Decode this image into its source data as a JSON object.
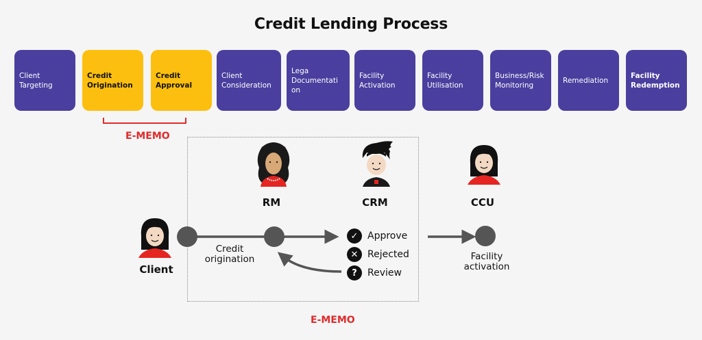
{
  "title": "Credit Lending Process",
  "stages": [
    {
      "line1": "Client",
      "line2": "Targeting",
      "line3": "",
      "style": "purple"
    },
    {
      "line1": "Credit",
      "line2": "Origination",
      "line3": "",
      "style": "yellow"
    },
    {
      "line1": "Credit",
      "line2": "Approval",
      "line3": "",
      "style": "yellow"
    },
    {
      "line1": "Client",
      "line2": "Consideration",
      "line3": "",
      "style": "purple"
    },
    {
      "line1": "Lega",
      "line2": "Documentati",
      "line3": "on",
      "style": "purple"
    },
    {
      "line1": "Facility",
      "line2": "Activation",
      "line3": "",
      "style": "purple"
    },
    {
      "line1": "Facility",
      "line2": "Utilisation",
      "line3": "",
      "style": "purple"
    },
    {
      "line1": "Business/Risk",
      "line2": "Monitoring",
      "line3": "",
      "style": "purple"
    },
    {
      "line1": "Remediation",
      "line2": "",
      "line3": "",
      "style": "purple"
    },
    {
      "line1": "Facility",
      "line2": "Redemption",
      "line3": "",
      "style": "purple-bold"
    }
  ],
  "bracket_label": "E-MEMO",
  "box_label": "E-MEMO",
  "roles": {
    "client": "Client",
    "rm": "RM",
    "crm": "CRM",
    "ccu": "CCU"
  },
  "flow": {
    "credit_origination_line1": "Credit",
    "credit_origination_line2": "origination",
    "facility_activation_line1": "Facility",
    "facility_activation_line2": "activation"
  },
  "outcomes": [
    {
      "label": "Approve",
      "icon": "check-icon",
      "glyph": "✓"
    },
    {
      "label": "Rejected",
      "icon": "x-icon",
      "glyph": "✕"
    },
    {
      "label": "Review",
      "icon": "question-icon",
      "glyph": "?"
    }
  ],
  "colors": {
    "purple": "#4a3f9e",
    "yellow": "#fdbf0f",
    "accent_red": "#e02b2b",
    "node_gray": "#555555"
  }
}
